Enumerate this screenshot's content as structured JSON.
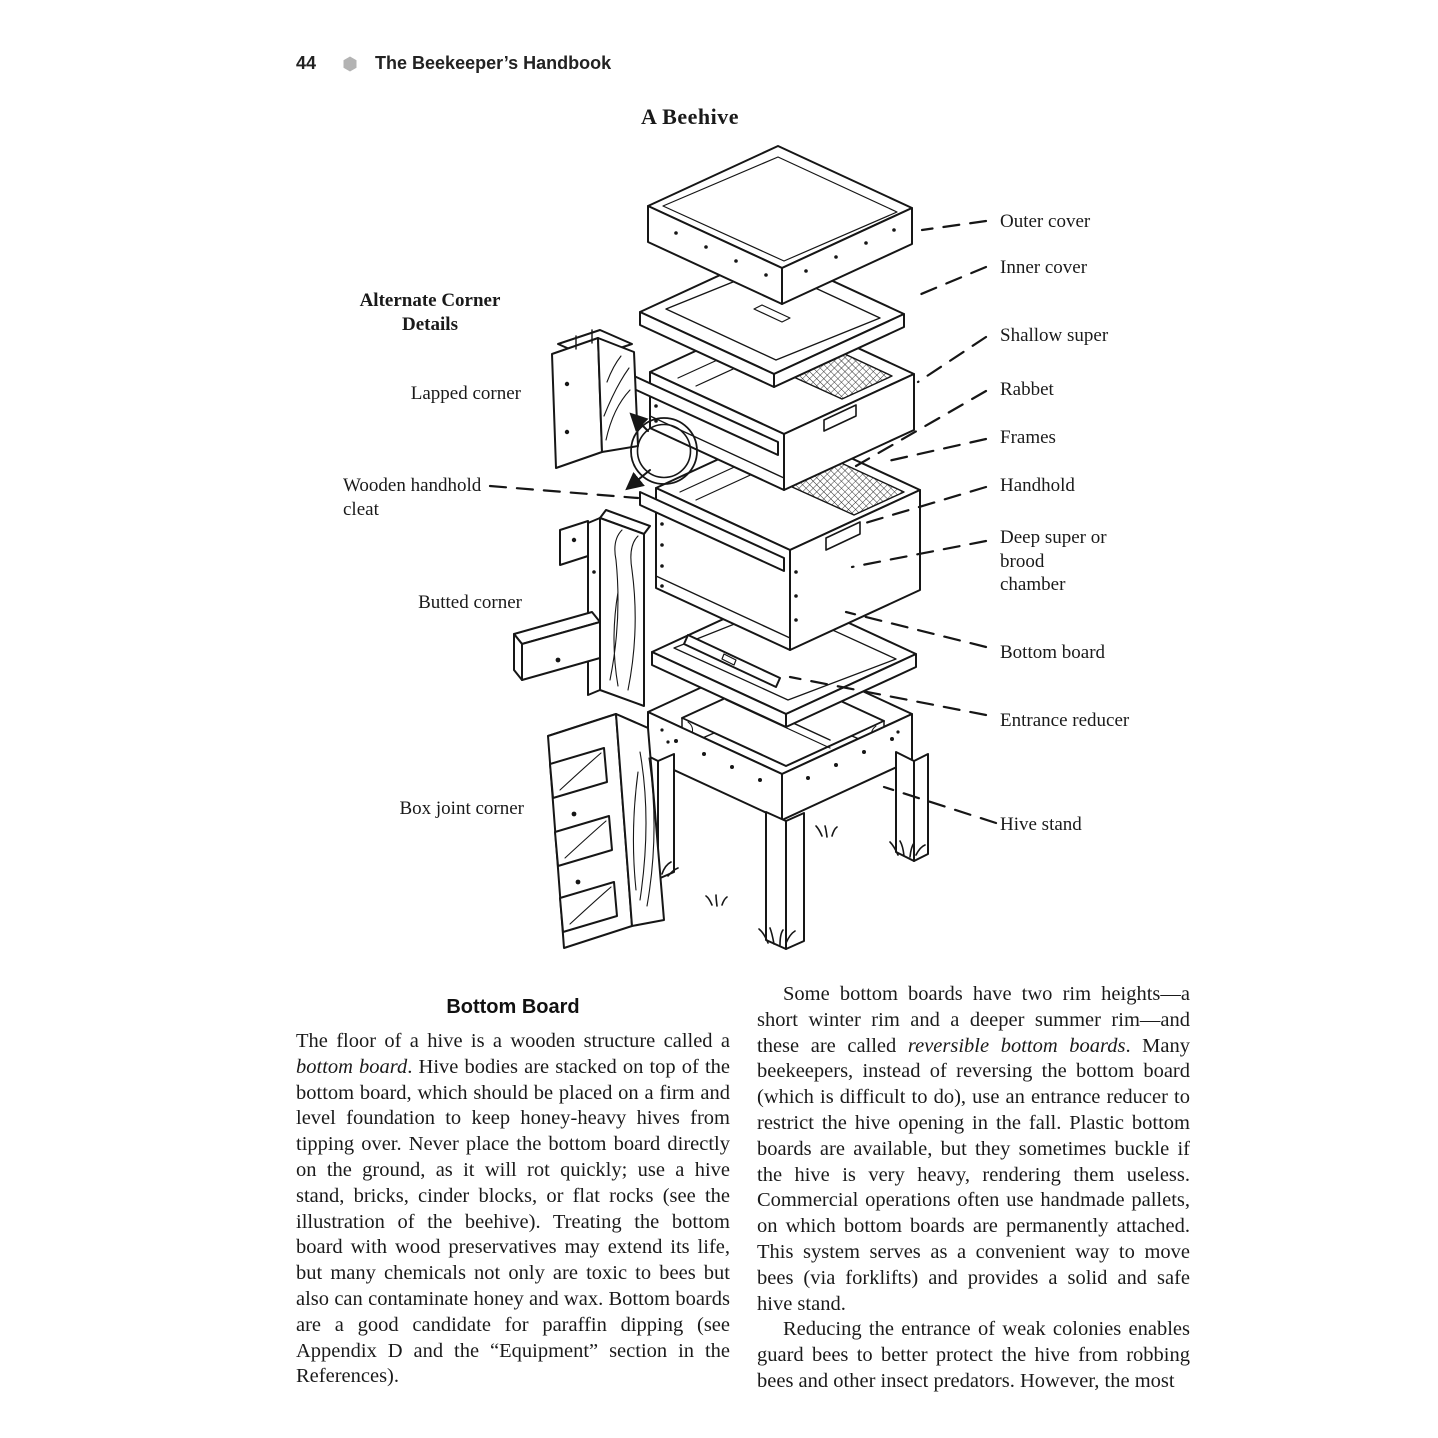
{
  "header": {
    "page_number": "44",
    "book_title": "The Beekeeper’s Handbook"
  },
  "figure": {
    "title": "A Beehive",
    "labels": {
      "alternate_corner_details": "Alternate Corner Details",
      "lapped_corner": "Lapped corner",
      "wooden_handhold_cleat": "Wooden handhold cleat",
      "butted_corner": "Butted corner",
      "box_joint_corner": "Box joint corner",
      "outer_cover": "Outer cover",
      "inner_cover": "Inner cover",
      "shallow_super": "Shallow super",
      "rabbet": "Rabbet",
      "frames": "Frames",
      "handhold": "Handhold",
      "deep_super": "Deep super or brood chamber",
      "bottom_board": "Bottom board",
      "entrance_reducer": "Entrance reducer",
      "hive_stand": "Hive stand"
    },
    "art_color": "#161616"
  },
  "article": {
    "heading": "Bottom Board",
    "left_column": [
      [
        {
          "t": "The floor of a hive is a wooden structure called a "
        },
        {
          "t": "bottom board",
          "i": true
        },
        {
          "t": ". Hive bodies are stacked on top of the bottom board, which should be placed on a firm and level foundation to keep honey-heavy hives from tipping over. Never place the bottom board directly on the ground, as it will rot quickly; use a hive stand, bricks, cinder blocks, or flat rocks (see the illustration of the beehive). Treating the bottom board with wood preservatives may extend its life, but many chemicals not only are toxic to bees but also can contaminate honey and wax. Bottom boards are a good candidate for paraffin dipping (see Appendix D and the “Equipment” section in the References)."
        }
      ]
    ],
    "right_column": [
      [
        {
          "t": "Some bottom boards have two rim heights—a short winter rim and a deeper summer rim—and these are called "
        },
        {
          "t": "reversible bottom boards",
          "i": true
        },
        {
          "t": ". Many beekeepers, instead of reversing the bottom board (which is difficult to do), use an entrance reducer to restrict the hive opening in the fall. Plastic bottom boards are available, but they sometimes buckle if the hive is very heavy, rendering them useless. Commercial operations often use handmade pallets, on which bottom boards are permanently attached. This system serves as a convenient way to move bees (via forklifts) and provides a solid and safe hive stand."
        }
      ],
      [
        {
          "t": "Reducing the entrance of weak colonies enables guard bees to better protect the hive from robbing bees and other insect predators. However, the most"
        }
      ]
    ]
  }
}
